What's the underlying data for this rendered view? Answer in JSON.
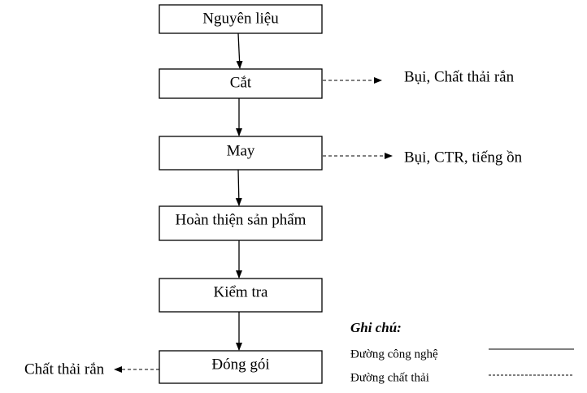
{
  "steps": [
    {
      "id": "nguyen-lieu",
      "label": "Nguyên liệu"
    },
    {
      "id": "cat",
      "label": "Cắt"
    },
    {
      "id": "may",
      "label": "May"
    },
    {
      "id": "hoan-thien",
      "label": "Hoàn thiện sản phẩm"
    },
    {
      "id": "kiem-tra",
      "label": "Kiểm tra"
    },
    {
      "id": "dong-goi",
      "label": "Đóng gói"
    }
  ],
  "outputs": {
    "cat": "Bụi, Chất thải rắn",
    "may": "Bụi, CTR, tiếng ồn",
    "dong_goi": "Chất thải rắn"
  },
  "legend": {
    "title": "Ghi chú:",
    "tech_line": "Đường công nghệ",
    "waste_line": "Đường chất thải"
  }
}
